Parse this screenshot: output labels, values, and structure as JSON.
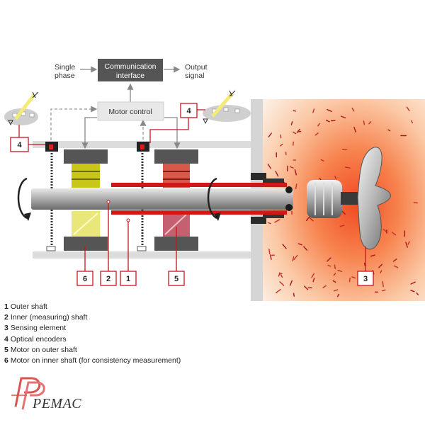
{
  "boxes": {
    "communication": [
      "Communication",
      "interface"
    ],
    "motor_control": "Motor control"
  },
  "labels": {
    "single_phase": [
      "Single",
      "phase"
    ],
    "output_signal": [
      "Output",
      "signal"
    ]
  },
  "callouts": {
    "encoder_left": "4",
    "encoder_right": "4",
    "motor_inner": "6",
    "inner_shaft": "2",
    "outer_shaft": "1",
    "motor_outer": "5",
    "sensing_element": "3"
  },
  "legend": [
    {
      "num": "1",
      "text": "Outer shaft"
    },
    {
      "num": "2",
      "text": "Inner (measuring) shaft"
    },
    {
      "num": "3",
      "text": "Sensing element"
    },
    {
      "num": "4",
      "text": "Optical encoders"
    },
    {
      "num": "5",
      "text": "Motor on outer shaft"
    },
    {
      "num": "6",
      "text": "Motor on inner shaft (for consistency measurement)"
    }
  ],
  "logo": {
    "text": "PEMAC"
  },
  "colors": {
    "callout_red": "#c8141e",
    "box_dark": "#555555",
    "box_light": "#e8e8e8"
  }
}
